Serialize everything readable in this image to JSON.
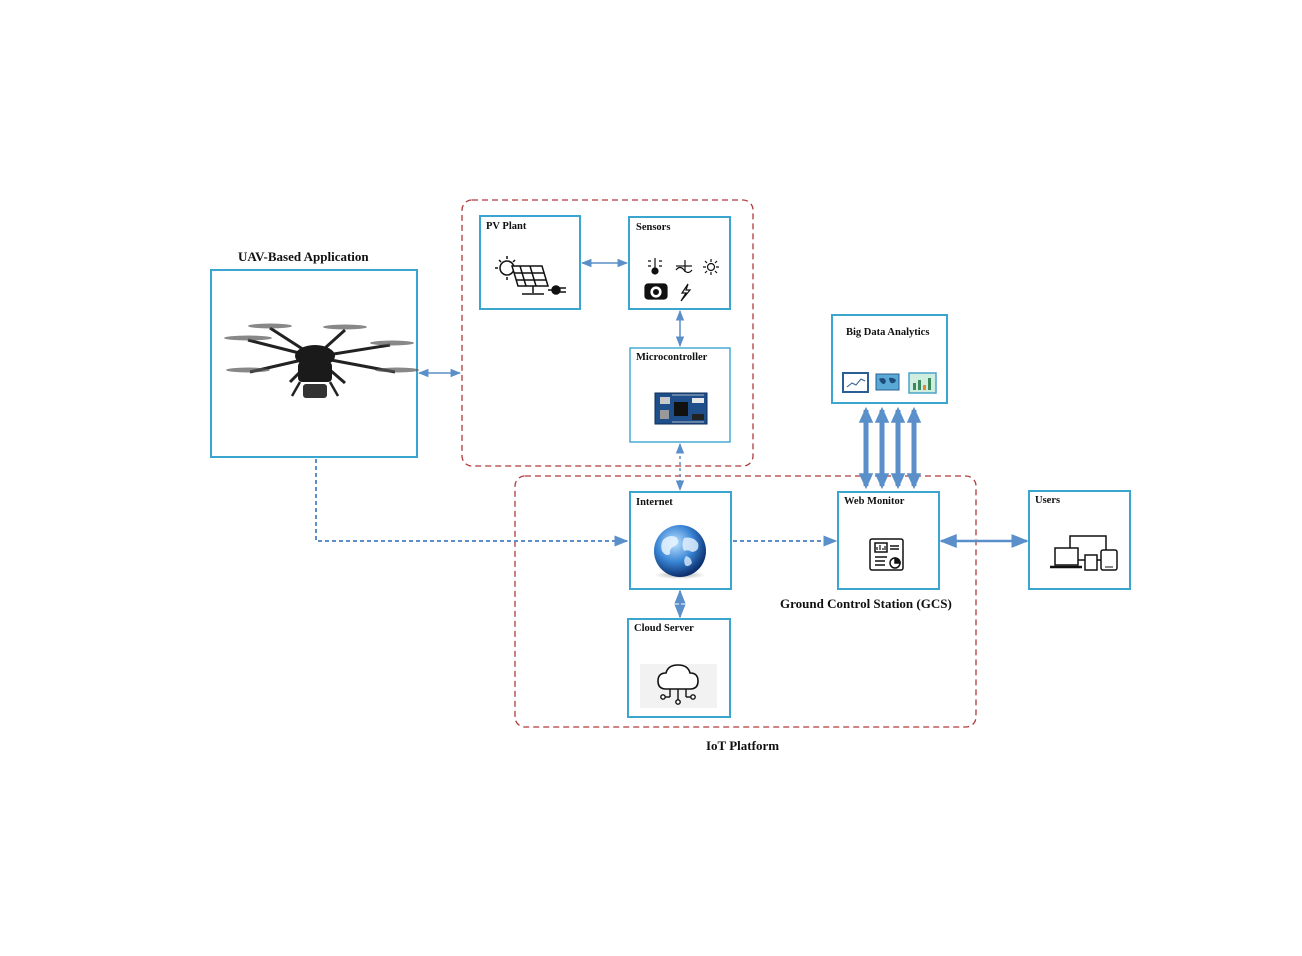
{
  "uav": {
    "title": "UAV-Based Application"
  },
  "pv_plant": {
    "title": "PV Plant"
  },
  "sensors": {
    "title": "Sensors"
  },
  "microcontroller": {
    "title": "Microcontroller"
  },
  "big_data": {
    "title": "Big Data Analytics"
  },
  "internet": {
    "title": "Internet"
  },
  "web_monitor": {
    "title": "Web Monitor"
  },
  "users": {
    "title": "Users"
  },
  "cloud_server": {
    "title": "Cloud Server"
  },
  "gcs": {
    "title": "Ground Control Station (GCS)"
  },
  "iot_platform": {
    "title": "IoT Platform"
  },
  "colors": {
    "box_border": "#3aa6cf",
    "arrow": "#5b8fc9",
    "dashed_group": "#b03a3a"
  },
  "icons": {
    "uav": "drone-photo",
    "pv_plant": "solar-panel-icon",
    "sensors": [
      "thermometer-icon",
      "humidity-icon",
      "sun-icon",
      "camera-icon",
      "lightning-icon"
    ],
    "microcontroller": "circuit-board-icon",
    "big_data": [
      "line-chart-icon",
      "world-map-icon",
      "bar-chart-icon"
    ],
    "internet": "globe-icon",
    "web_monitor": "report-dashboard-icon",
    "users": "devices-icon",
    "cloud_server": "cloud-network-icon"
  }
}
